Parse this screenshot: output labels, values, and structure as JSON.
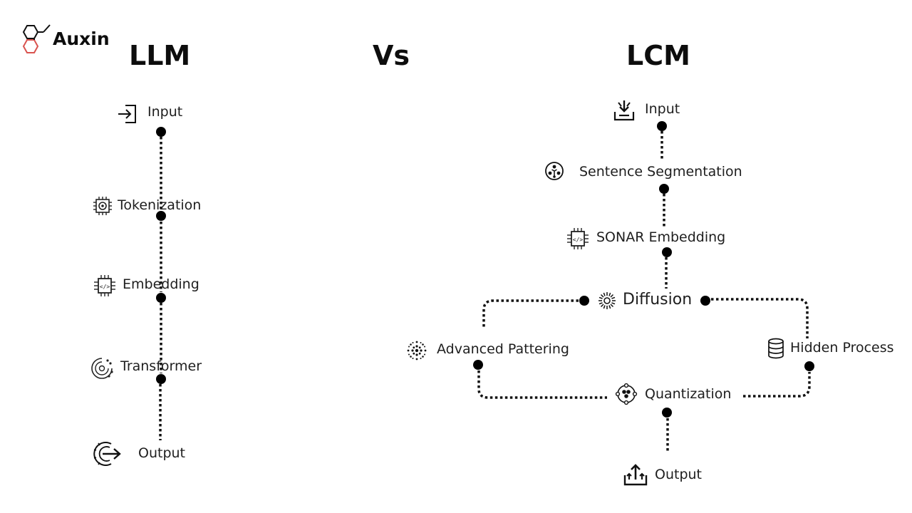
{
  "brand": {
    "name": "Auxin",
    "logo_icon": "hexagon-logo-icon",
    "accent": "#d9534f"
  },
  "titles": {
    "left": "LLM",
    "center": "Vs",
    "right": "LCM"
  },
  "llm": {
    "steps": [
      {
        "id": "input",
        "label": "Input",
        "icon": "login-arrow-icon"
      },
      {
        "id": "tokenization",
        "label": "Tokenization",
        "icon": "target-chip-icon"
      },
      {
        "id": "embedding",
        "label": "Embedding",
        "icon": "code-chip-icon"
      },
      {
        "id": "transformer",
        "label": "Transformer",
        "icon": "spiral-dots-icon"
      },
      {
        "id": "output",
        "label": "Output",
        "icon": "output-gear-icon"
      }
    ]
  },
  "lcm": {
    "steps": [
      {
        "id": "input",
        "label": "Input",
        "icon": "download-tray-icon"
      },
      {
        "id": "sentence-segmentation",
        "label": "Sentence Segmentation",
        "icon": "people-network-icon"
      },
      {
        "id": "sonar-embedding",
        "label": "SONAR Embedding",
        "icon": "code-chip-icon"
      },
      {
        "id": "diffusion",
        "label": "Diffusion",
        "icon": "radial-burst-icon"
      },
      {
        "id": "advanced-pattering",
        "label": "Advanced Pattering",
        "icon": "dot-burst-icon"
      },
      {
        "id": "hidden-process",
        "label": "Hidden Process",
        "icon": "database-icon"
      },
      {
        "id": "quantization",
        "label": "Quantization",
        "icon": "node-cluster-icon"
      },
      {
        "id": "output",
        "label": "Output",
        "icon": "upload-tray-icon"
      }
    ]
  },
  "colors": {
    "line": "#111111",
    "node": "#000000",
    "text": "#1e1e1e"
  }
}
